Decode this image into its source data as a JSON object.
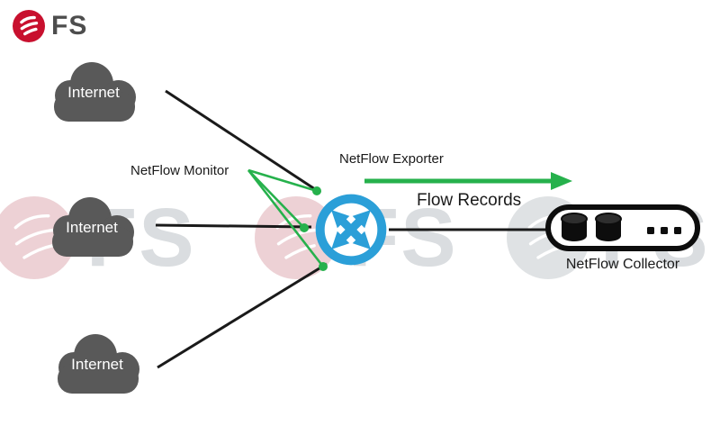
{
  "logo": {
    "text": "FS"
  },
  "clouds": [
    {
      "label": "Internet"
    },
    {
      "label": "Internet"
    },
    {
      "label": "Internet"
    }
  ],
  "labels": {
    "monitor": "NetFlow Monitor",
    "exporter": "NetFlow Exporter",
    "flow_records": "Flow Records",
    "collector": "NetFlow Collector"
  },
  "watermarks": [
    {
      "text": "FS"
    },
    {
      "text": "FS"
    },
    {
      "text": "FS"
    }
  ],
  "connections": [
    {
      "from": "internet-top",
      "to": "exporter-switch",
      "style": "black-line"
    },
    {
      "from": "internet-middle",
      "to": "exporter-switch",
      "style": "black-line"
    },
    {
      "from": "internet-bottom",
      "to": "exporter-switch",
      "style": "black-line"
    },
    {
      "from": "netflow-monitor",
      "to": "exporter-switch",
      "style": "green-pointer-lines",
      "points": 3
    },
    {
      "from": "exporter-switch",
      "to": "netflow-collector",
      "style": "black-line",
      "label": "Flow Records",
      "arrow": "green-right"
    }
  ],
  "colors": {
    "green": "#26b14c",
    "blue": "#2b9fd8",
    "cloud_gray": "#595959",
    "line_black": "#1a1a1a",
    "logo_red": "#c8102e",
    "logo_text_gray": "#4d4d4d",
    "text_dark": "#1a1a1a",
    "wm_gray": "#97a0a7",
    "wm_red": "#c66a76"
  }
}
